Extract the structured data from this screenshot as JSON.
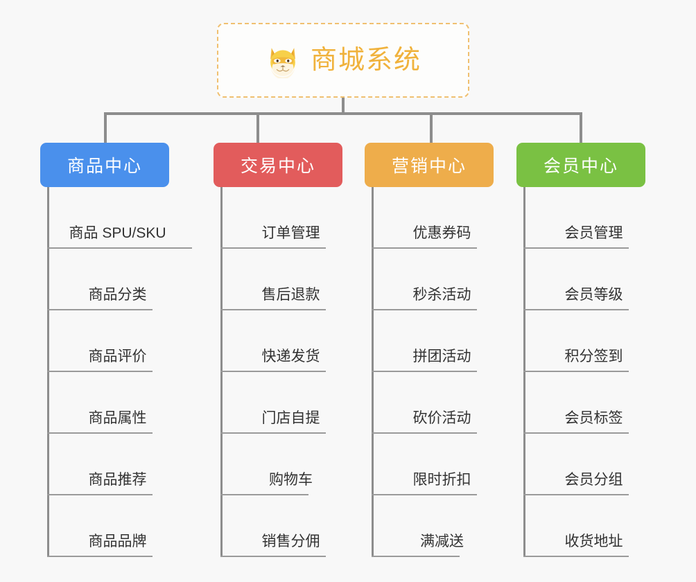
{
  "root": {
    "title": "商城系统",
    "icon": "shiba-dog-emoji",
    "border_color": "#f0c070",
    "text_color": "#f0b23c"
  },
  "canvas": {
    "background": "#f8f8f8",
    "connector_color": "#8d8d8d",
    "item_rule_color": "#9a9a9a",
    "item_text_color": "#323232"
  },
  "columns": [
    {
      "header": "商品中心",
      "color": "#4a90ec",
      "items": [
        {
          "label": "商品 SPU/SKU",
          "width": "w-long"
        },
        {
          "label": "商品分类",
          "width": "w-four"
        },
        {
          "label": "商品评价",
          "width": "w-four"
        },
        {
          "label": "商品属性",
          "width": "w-four"
        },
        {
          "label": "商品推荐",
          "width": "w-four"
        },
        {
          "label": "商品品牌",
          "width": "w-four"
        }
      ]
    },
    {
      "header": "交易中心",
      "color": "#e25c5c",
      "items": [
        {
          "label": "订单管理",
          "width": "w-four"
        },
        {
          "label": "售后退款",
          "width": "w-four"
        },
        {
          "label": "快递发货",
          "width": "w-four"
        },
        {
          "label": "门店自提",
          "width": "w-four"
        },
        {
          "label": "购物车",
          "width": "w-three"
        },
        {
          "label": "销售分佣",
          "width": "w-four"
        }
      ]
    },
    {
      "header": "营销中心",
      "color": "#eead4b",
      "items": [
        {
          "label": "优惠券码",
          "width": "w-four"
        },
        {
          "label": "秒杀活动",
          "width": "w-four"
        },
        {
          "label": "拼团活动",
          "width": "w-four"
        },
        {
          "label": "砍价活动",
          "width": "w-four"
        },
        {
          "label": "限时折扣",
          "width": "w-four"
        },
        {
          "label": "满减送",
          "width": "w-three"
        }
      ]
    },
    {
      "header": "会员中心",
      "color": "#7ac143",
      "items": [
        {
          "label": "会员管理",
          "width": "w-four"
        },
        {
          "label": "会员等级",
          "width": "w-four"
        },
        {
          "label": "积分签到",
          "width": "w-four"
        },
        {
          "label": "会员标签",
          "width": "w-four"
        },
        {
          "label": "会员分组",
          "width": "w-four"
        },
        {
          "label": "收货地址",
          "width": "w-four"
        }
      ]
    }
  ]
}
